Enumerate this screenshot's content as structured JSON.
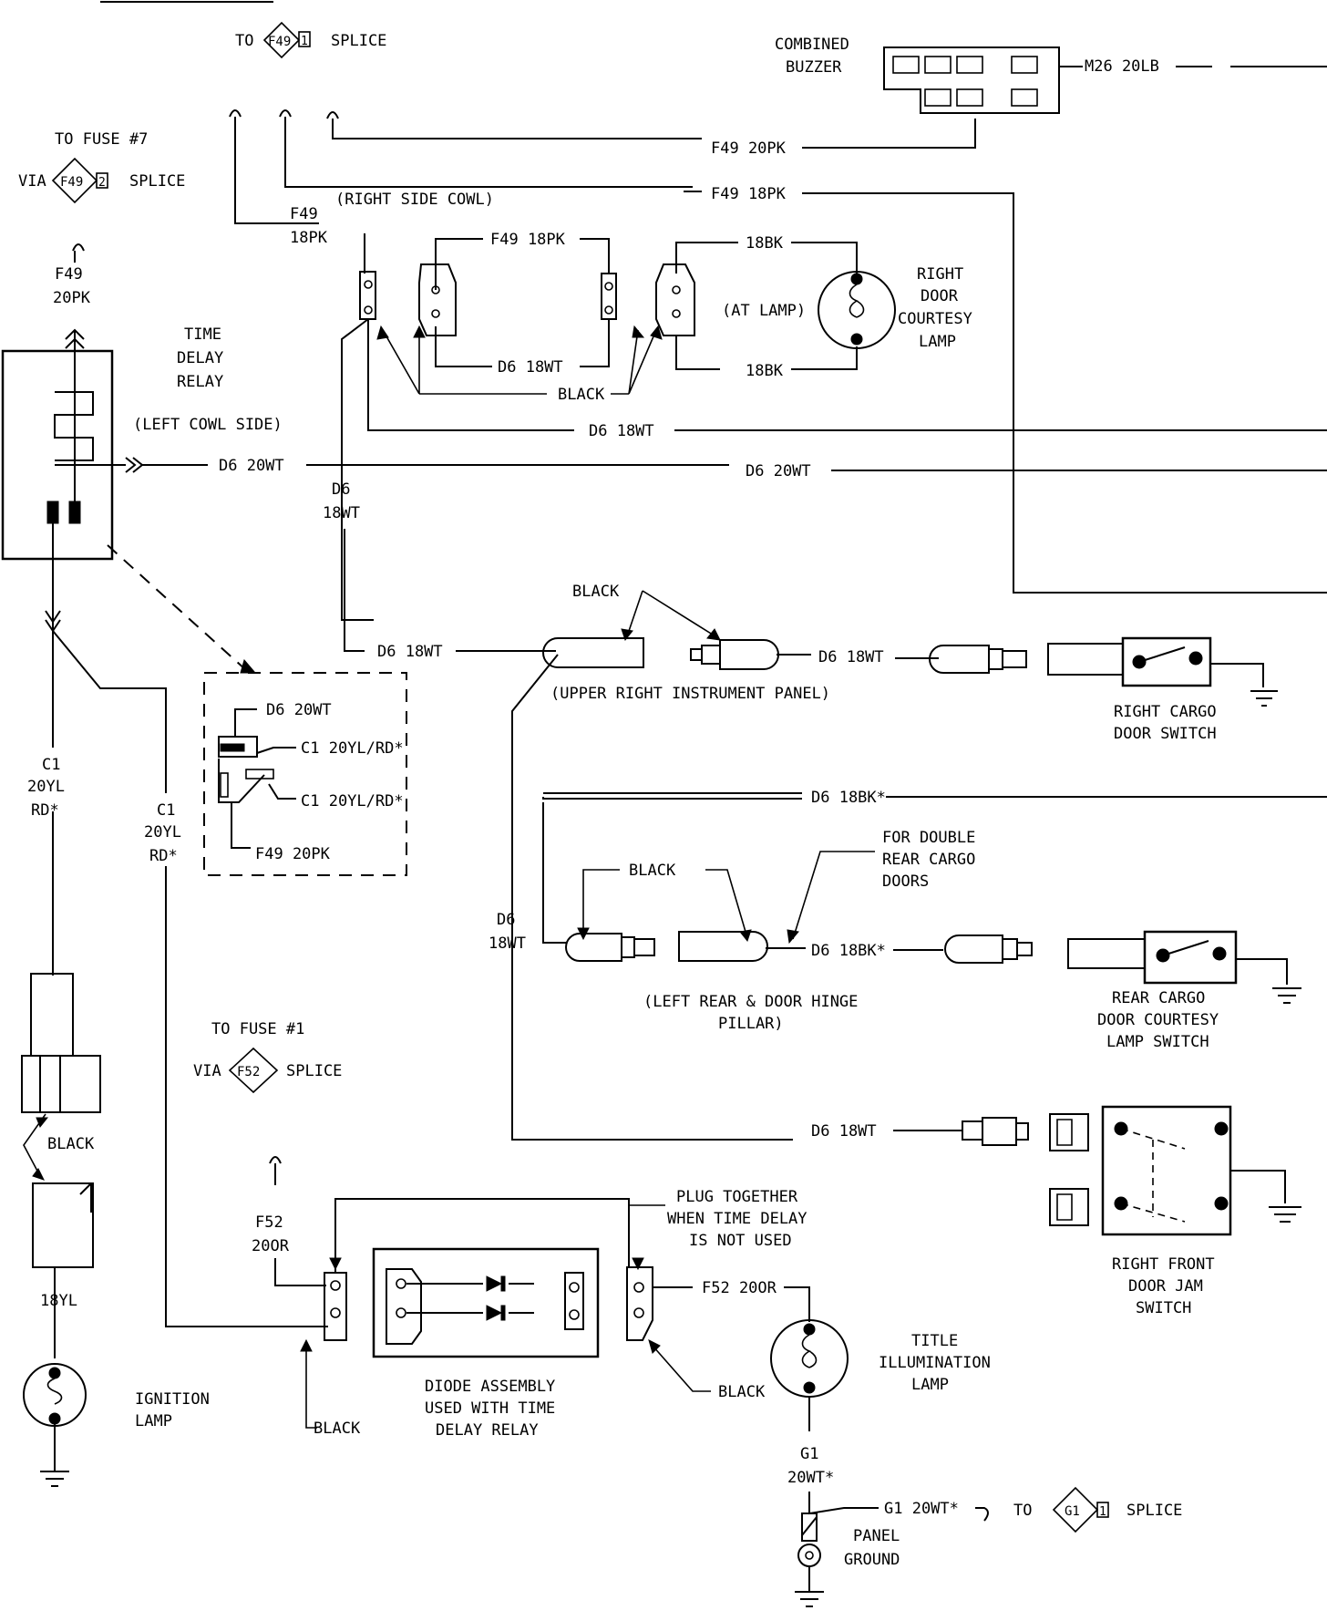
{
  "labels": {
    "to_f49_splice_top": "TO",
    "f49_splice_code": "F49",
    "f49_splice_pin1": "1",
    "splice_word_top": "SPLICE",
    "combined_buzzer_1": "COMBINED",
    "combined_buzzer_2": "BUZZER",
    "m26_20lb": "M26 20LB",
    "to_fuse7": "TO FUSE #7",
    "via": "VIA",
    "f49_splice2_code": "F49",
    "f49_splice2_pin": "2",
    "splice_word_2": "SPLICE",
    "f49_20pk_top": "F49 20PK",
    "f49_18pk_top": "F49 18PK",
    "right_side_cowl": "(RIGHT SIDE COWL)",
    "f49_18pk_left_1": "F49",
    "f49_18pk_left_2": "18PK",
    "f49_18pk_mid": "F49 18PK",
    "bk18_top": "18BK",
    "at_lamp": "(AT LAMP)",
    "bk18_bottom": "18BK",
    "right_door_1": "RIGHT",
    "right_door_2": "DOOR",
    "right_door_3": "COURTESY",
    "right_door_4": "LAMP",
    "f49_left_1": "F49",
    "f49_left_2": "20PK",
    "tdr_1": "TIME",
    "tdr_2": "DELAY",
    "tdr_3": "RELAY",
    "d6_18wt_a": "D6 18WT",
    "black_a": "BLACK",
    "d6_18wt_b": "D6 18WT",
    "left_cowl_side": "(LEFT COWL SIDE)",
    "d6_20wt_a": "D6 20WT",
    "d6_20wt_b": "D6 20WT",
    "d6_vert_1": "D6",
    "d6_vert_2": "18WT",
    "black_b": "BLACK",
    "d6_18wt_c": "D6 18WT",
    "d6_18wt_d": "D6 18WT",
    "upper_right_ip": "(UPPER RIGHT INSTRUMENT PANEL)",
    "right_cargo_1": "RIGHT CARGO",
    "right_cargo_2": "DOOR SWITCH",
    "d6_20wt_c": "D6 20WT",
    "c1_20ylrd_a": "C1 20YL/RD*",
    "c1_20ylrd_b": "C1 20YL/RD*",
    "f49_20pk_c": "F49 20PK",
    "c1_left_1": "C1",
    "c1_left_2": "20YL",
    "c1_left_3": "RD*",
    "c1_mid_1": "C1",
    "c1_mid_2": "20YL",
    "c1_mid_3": "RD*",
    "d6_18bk_a": "D6 18BK*",
    "for_double_1": "FOR DOUBLE",
    "for_double_2": "REAR CARGO",
    "for_double_3": "DOORS",
    "black_c": "BLACK",
    "d6_vert2_1": "D6",
    "d6_vert2_2": "18WT",
    "d6_18bk_b": "D6 18BK*",
    "left_rear_1": "(LEFT REAR & DOOR HINGE",
    "left_rear_2": "PILLAR)",
    "rear_cargo_1": "REAR CARGO",
    "rear_cargo_2": "DOOR COURTESY",
    "rear_cargo_3": "LAMP SWITCH",
    "to_fuse1": "TO FUSE #1",
    "via_2": "VIA",
    "f52_splice_code": "F52",
    "splice_word_3": "SPLICE",
    "d6_18wt_e": "D6 18WT",
    "black_d": "BLACK",
    "plug_1": "PLUG TOGETHER",
    "plug_2": "WHEN TIME DELAY",
    "plug_3": "IS NOT USED",
    "f52_left_1": "F52",
    "f52_left_2": "20OR",
    "f52_20or": "F52 20OR",
    "rf_door_1": "RIGHT FRONT",
    "rf_door_2": "DOOR JAM",
    "rf_door_3": "SWITCH",
    "yl18": "18YL",
    "ign_1": "IGNITION",
    "ign_2": "LAMP",
    "diode_1": "DIODE ASSEMBLY",
    "diode_2": "USED WITH TIME",
    "diode_3": "DELAY RELAY",
    "black_e": "BLACK",
    "black_f": "BLACK",
    "title_1": "TITLE",
    "title_2": "ILLUMINATION",
    "title_3": "LAMP",
    "g1_1": "G1",
    "g1_2": "20WT*",
    "g1_20wt": "G1 20WT*",
    "to_g1": "TO",
    "g1_splice_code": "G1",
    "g1_splice_pin": "1",
    "splice_word_4": "SPLICE",
    "panel_1": "PANEL",
    "panel_2": "GROUND"
  }
}
